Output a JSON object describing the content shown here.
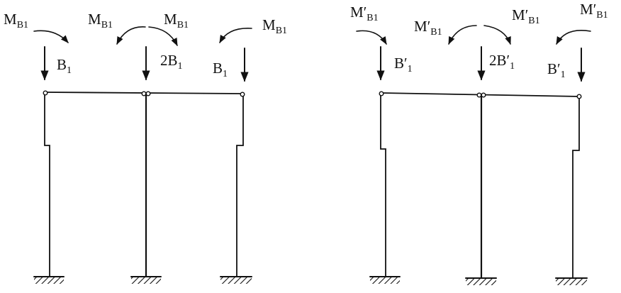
{
  "left_frame": {
    "moment_label_main": "M",
    "moment_label_sub": "B1",
    "load_outer_main": "B",
    "load_outer_sub": "1",
    "load_center_main": "2B",
    "load_center_sub": "1"
  },
  "right_frame": {
    "moment_label_main": "M",
    "moment_label_prime": "′",
    "moment_label_sub": "B1",
    "load_outer_main": "B",
    "load_outer_prime": "′",
    "load_outer_sub": "1",
    "load_center_main": "2B",
    "load_center_prime": "′",
    "load_center_sub": "1"
  }
}
